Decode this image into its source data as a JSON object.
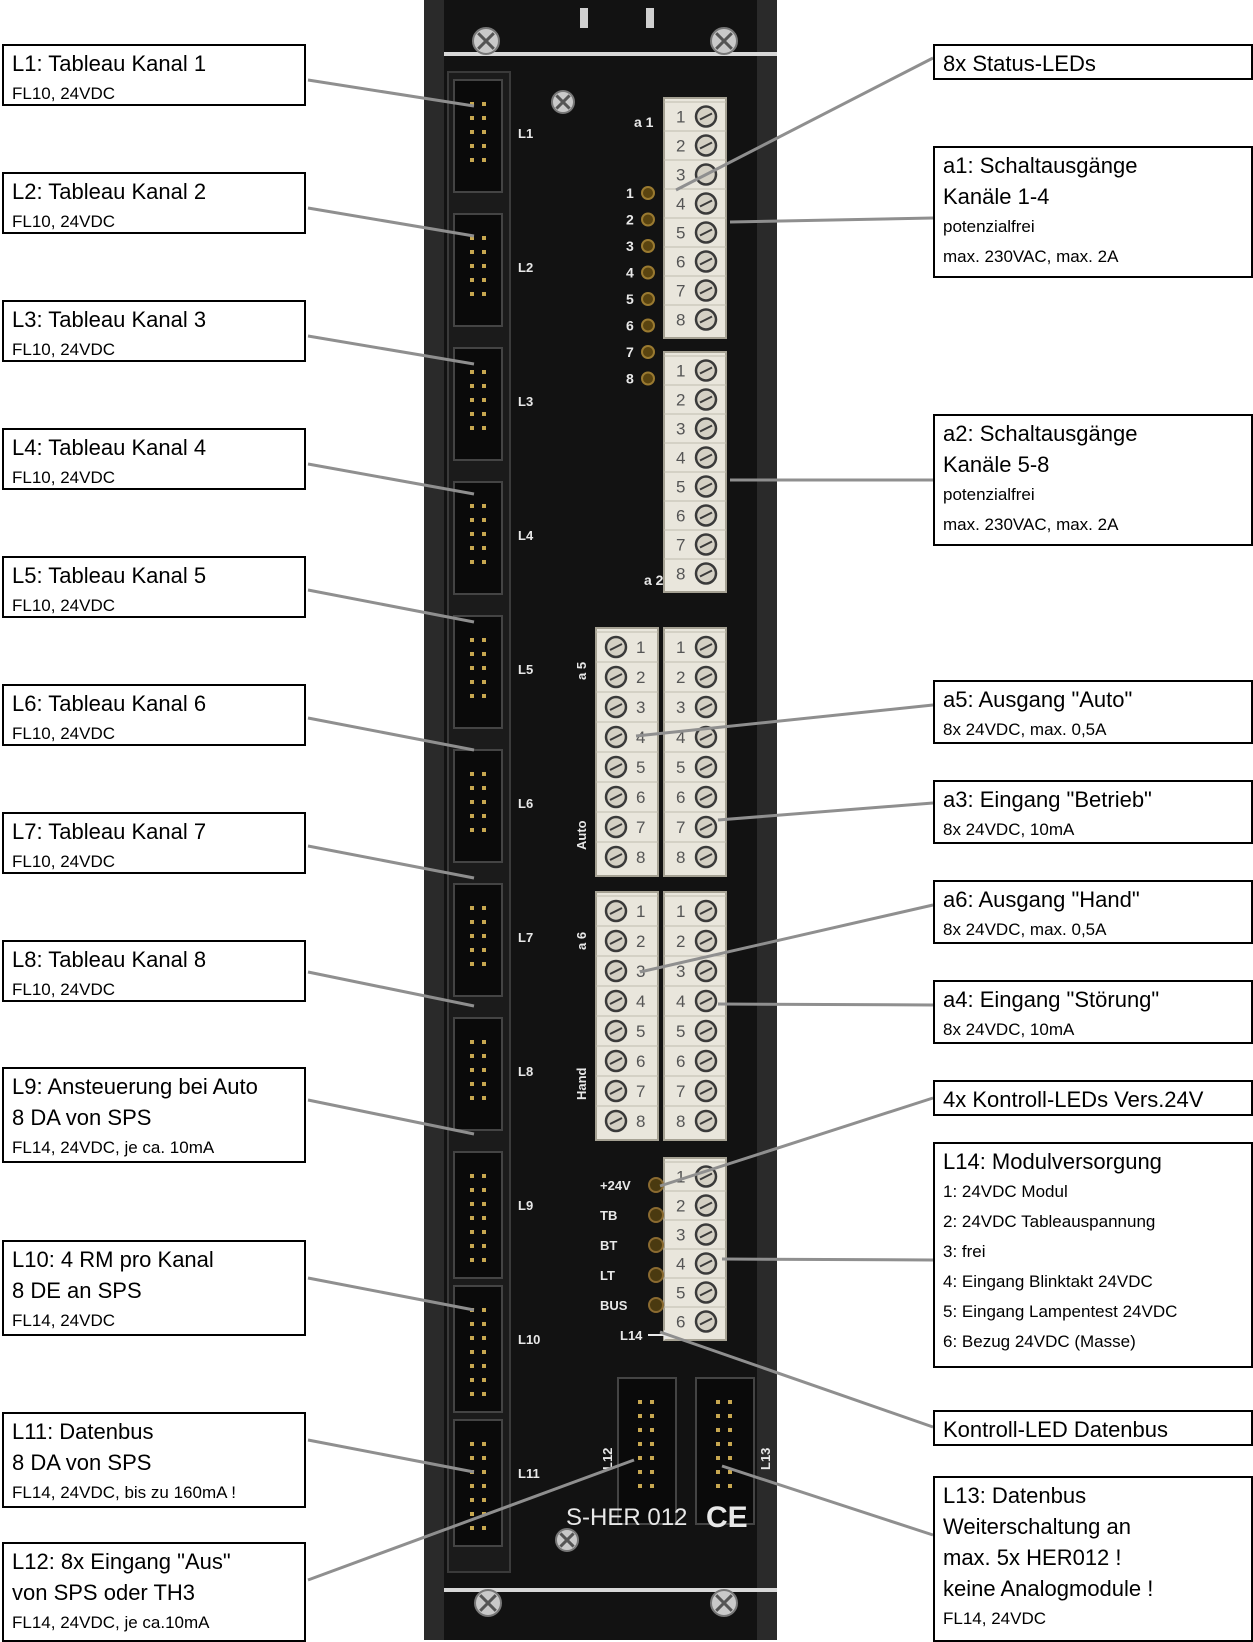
{
  "module": {
    "name": "S-HER 012",
    "ce_mark": "CE",
    "pcb_label_a1": "a 1",
    "pcb_label_a2": "a 2",
    "pcb_label_a5": "a 5",
    "pcb_label_a6": "a 6",
    "pcb_label_auto": "Auto",
    "pcb_label_hand": "Hand",
    "status_led_numbers": [
      "1",
      "2",
      "3",
      "4",
      "5",
      "6",
      "7",
      "8"
    ],
    "terminal_numbers": [
      "1",
      "2",
      "3",
      "4",
      "5",
      "6",
      "7",
      "8"
    ],
    "l14_terminal_numbers": [
      "1",
      "2",
      "3",
      "4",
      "5",
      "6"
    ],
    "control_leds": [
      "+24V",
      "TB",
      "BT",
      "LT",
      "BUS",
      "L14"
    ],
    "left_connectors": [
      "L1",
      "L2",
      "L3",
      "L4",
      "L5",
      "L6",
      "L7",
      "L8",
      "L9",
      "L10",
      "L11"
    ],
    "bottom_connectors": [
      "L12",
      "L13"
    ]
  },
  "labels": {
    "l1": {
      "lines": [
        "L1: Tableau Kanal 1"
      ],
      "small": [
        "FL10, 24VDC"
      ]
    },
    "l2": {
      "lines": [
        "L2: Tableau Kanal 2"
      ],
      "small": [
        "FL10, 24VDC"
      ]
    },
    "l3": {
      "lines": [
        "L3: Tableau Kanal 3"
      ],
      "small": [
        "FL10, 24VDC"
      ]
    },
    "l4": {
      "lines": [
        "L4: Tableau Kanal 4"
      ],
      "small": [
        "FL10, 24VDC"
      ]
    },
    "l5": {
      "lines": [
        "L5: Tableau Kanal 5"
      ],
      "small": [
        "FL10, 24VDC"
      ]
    },
    "l6": {
      "lines": [
        "L6: Tableau Kanal 6"
      ],
      "small": [
        "FL10, 24VDC"
      ]
    },
    "l7": {
      "lines": [
        "L7: Tableau Kanal 7"
      ],
      "small": [
        "FL10, 24VDC"
      ]
    },
    "l8": {
      "lines": [
        "L8: Tableau Kanal 8"
      ],
      "small": [
        "FL10, 24VDC"
      ]
    },
    "l9": {
      "lines": [
        "L9: Ansteuerung bei Auto",
        "8 DA von SPS"
      ],
      "small": [
        "FL14, 24VDC, je ca. 10mA"
      ]
    },
    "l10": {
      "lines": [
        "L10: 4 RM pro Kanal",
        "8 DE an SPS"
      ],
      "small": [
        "FL14, 24VDC"
      ]
    },
    "l11": {
      "lines": [
        "L11: Datenbus",
        "8 DA von SPS"
      ],
      "small": [
        "FL14, 24VDC, bis zu 160mA !"
      ]
    },
    "l12": {
      "lines": [
        "L12: 8x Eingang  \"Aus\"",
        "von SPS oder TH3"
      ],
      "small": [
        "FL14, 24VDC, je ca.10mA"
      ]
    },
    "status_leds": {
      "lines": [
        "8x Status-LEDs"
      ],
      "small": []
    },
    "a1": {
      "lines": [
        "a1: Schaltausgänge",
        "Kanäle 1-4"
      ],
      "small": [
        "potenzialfrei",
        "max. 230VAC, max. 2A"
      ]
    },
    "a2": {
      "lines": [
        "a2: Schaltausgänge",
        "Kanäle 5-8"
      ],
      "small": [
        "potenzialfrei",
        "max. 230VAC, max. 2A"
      ]
    },
    "a5": {
      "lines": [
        "a5: Ausgang \"Auto\""
      ],
      "small": [
        "8x 24VDC, max. 0,5A"
      ]
    },
    "a3": {
      "lines": [
        "a3: Eingang \"Betrieb\""
      ],
      "small": [
        "8x 24VDC, 10mA"
      ]
    },
    "a6": {
      "lines": [
        "a6: Ausgang \"Hand\""
      ],
      "small": [
        "8x 24VDC, max. 0,5A"
      ]
    },
    "a4": {
      "lines": [
        "a4: Eingang \"Störung\""
      ],
      "small": [
        "8x 24VDC, 10mA"
      ]
    },
    "control_leds": {
      "lines": [
        "4x Kontroll-LEDs Vers.24V"
      ],
      "small": []
    },
    "l14": {
      "lines": [
        "L14: Modulversorgung"
      ],
      "small": [
        "1: 24VDC Modul",
        "2: 24VDC Tableauspannung",
        "3: frei",
        "4: Eingang Blinktakt 24VDC",
        "5: Eingang Lampentest 24VDC",
        "6: Bezug 24VDC (Masse)"
      ]
    },
    "bus_led": {
      "lines": [
        "Kontroll-LED Datenbus"
      ],
      "small": []
    },
    "l13": {
      "lines": [
        "L13: Datenbus",
        "Weiterschaltung an",
        "max. 5x HER012 !",
        "keine Analogmodule !"
      ],
      "small": [
        "FL14, 24VDC"
      ]
    }
  }
}
